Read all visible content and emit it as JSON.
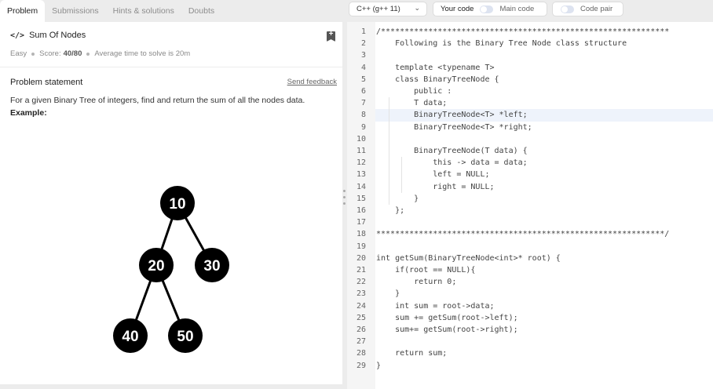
{
  "tabs": [
    "Problem",
    "Submissions",
    "Hints & solutions",
    "Doubts"
  ],
  "problem": {
    "code_glyph": "</>",
    "title": "Sum Of Nodes",
    "difficulty": "Easy",
    "score_label": "Score:",
    "score": "40/80",
    "avg_time": "Average time to solve is 20m",
    "statement_title": "Problem statement",
    "feedback": "Send feedback",
    "description": "For a given Binary Tree of integers, find and return the sum of all the nodes data.",
    "example_label": "Example:",
    "tree_nodes": [
      "10",
      "20",
      "30",
      "40",
      "50"
    ]
  },
  "toolbar": {
    "language": "C++ (g++ 11)",
    "your_code": "Your code",
    "main_code": "Main code",
    "code_pair": "Code pair"
  },
  "editor": {
    "lines": [
      "/*************************************************************",
      "    Following is the Binary Tree Node class structure",
      "",
      "    template <typename T>",
      "    class BinaryTreeNode {",
      "        public :",
      "        T data;",
      "        BinaryTreeNode<T> *left;",
      "        BinaryTreeNode<T> *right;",
      "",
      "        BinaryTreeNode(T data) {",
      "            this -> data = data;",
      "            left = NULL;",
      "            right = NULL;",
      "        }",
      "    };",
      "",
      "*************************************************************/",
      "",
      "int getSum(BinaryTreeNode<int>* root) {",
      "    if(root == NULL){",
      "        return 0;",
      "    }",
      "    int sum = root->data;",
      "    sum += getSum(root->left);",
      "    sum+= getSum(root->right);",
      "",
      "    return sum;",
      "}"
    ],
    "active_line": 8
  }
}
